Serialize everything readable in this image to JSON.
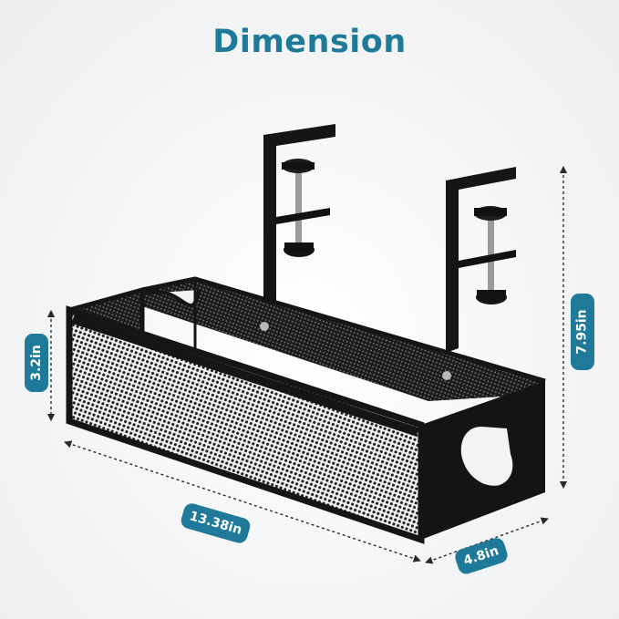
{
  "title": "Dimension",
  "dimensions": {
    "height_label": "3.2in",
    "length_label": "13.38in",
    "width_label": "4.8in",
    "total_height_label": "7.95in"
  },
  "colors": {
    "accent": "#1f7a9a",
    "product": "#151515",
    "mesh": "#2a2a2a",
    "dimension_line": "#2b2b2b"
  }
}
